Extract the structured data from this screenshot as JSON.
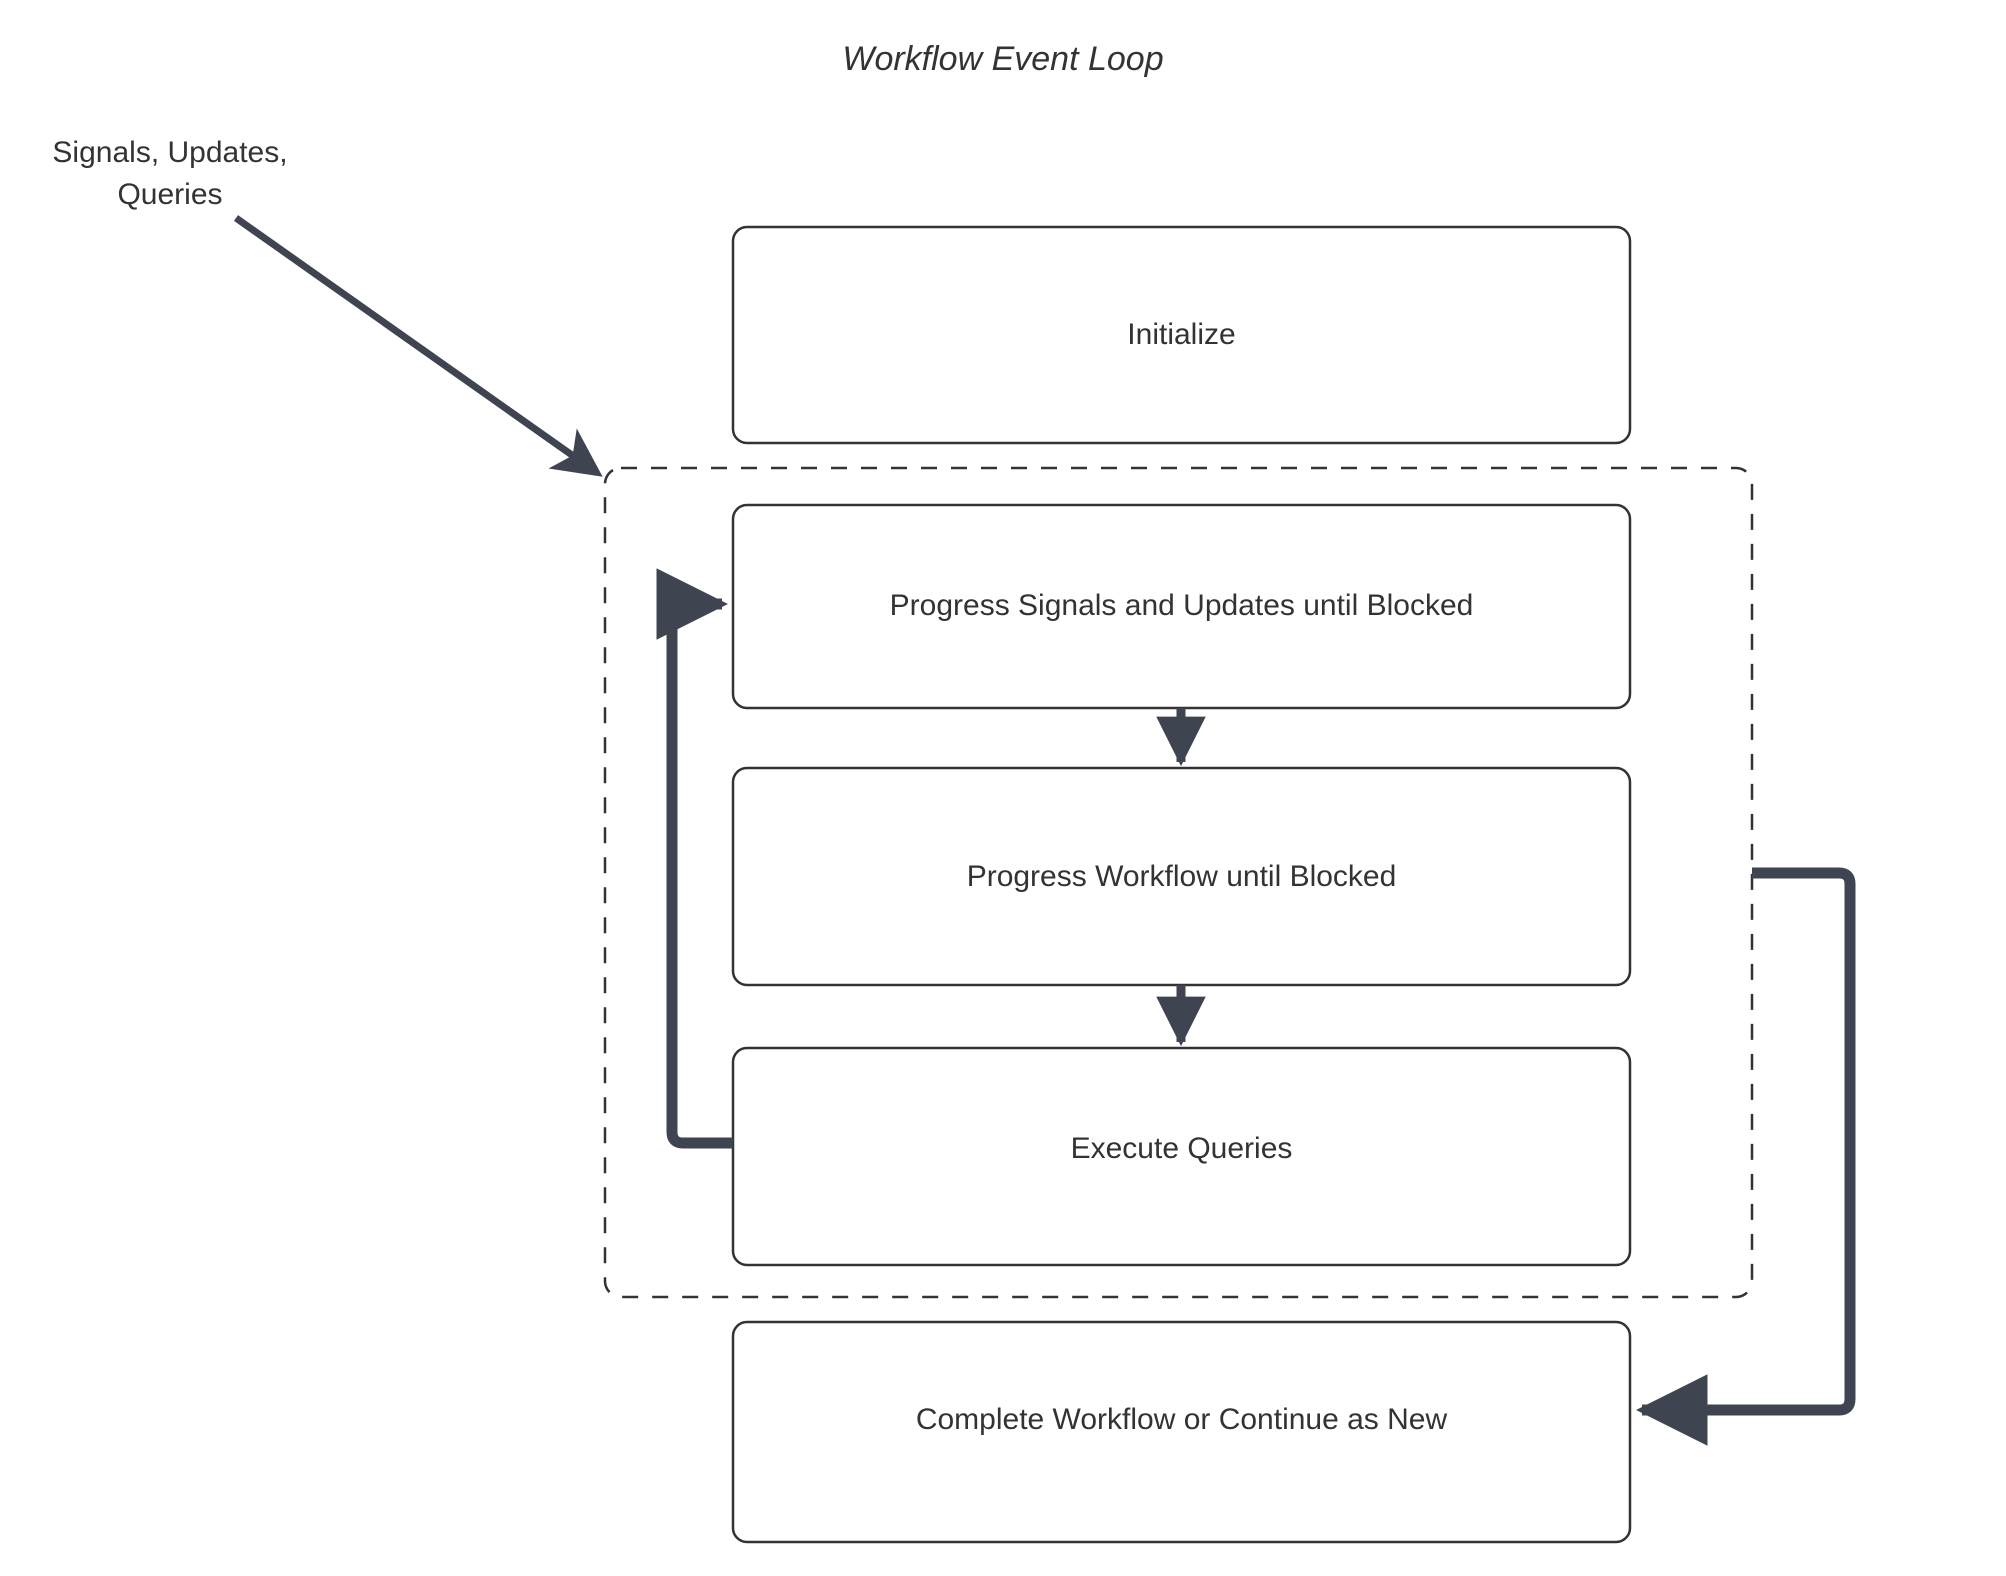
{
  "diagram": {
    "title": "Workflow Event Loop",
    "type": "flowchart",
    "colors": {
      "node_stroke": "#333333",
      "node_fill": "#ffffff",
      "text": "#333333",
      "arrow": "#3f4451",
      "dashed_group_stroke": "#333333",
      "background": "#ffffff"
    },
    "nodes": [
      {
        "id": "initialize",
        "label": "Initialize"
      },
      {
        "id": "progress-signals-updates",
        "label": "Progress Signals and Updates until Blocked"
      },
      {
        "id": "progress-workflow",
        "label": "Progress Workflow until Blocked"
      },
      {
        "id": "execute-queries",
        "label": "Execute Queries"
      },
      {
        "id": "complete-workflow",
        "label": "Complete Workflow or Continue as New"
      }
    ],
    "group": {
      "id": "event-loop-group",
      "style": "dashed",
      "label": ""
    },
    "edges": [
      {
        "id": "external-input",
        "from": "Signals, Updates, Queries",
        "to": "event-loop-group",
        "label_line1": "Signals, Updates,",
        "label_line2": "Queries"
      },
      {
        "id": "signals-to-workflow",
        "from": "progress-signals-updates",
        "to": "progress-workflow",
        "label": ""
      },
      {
        "id": "workflow-to-queries",
        "from": "progress-workflow",
        "to": "execute-queries",
        "label": ""
      },
      {
        "id": "queries-loop-back",
        "from": "execute-queries",
        "to": "progress-signals-updates",
        "label": ""
      },
      {
        "id": "loop-exit-to-complete",
        "from": "event-loop-group",
        "to": "complete-workflow",
        "label": ""
      }
    ]
  }
}
